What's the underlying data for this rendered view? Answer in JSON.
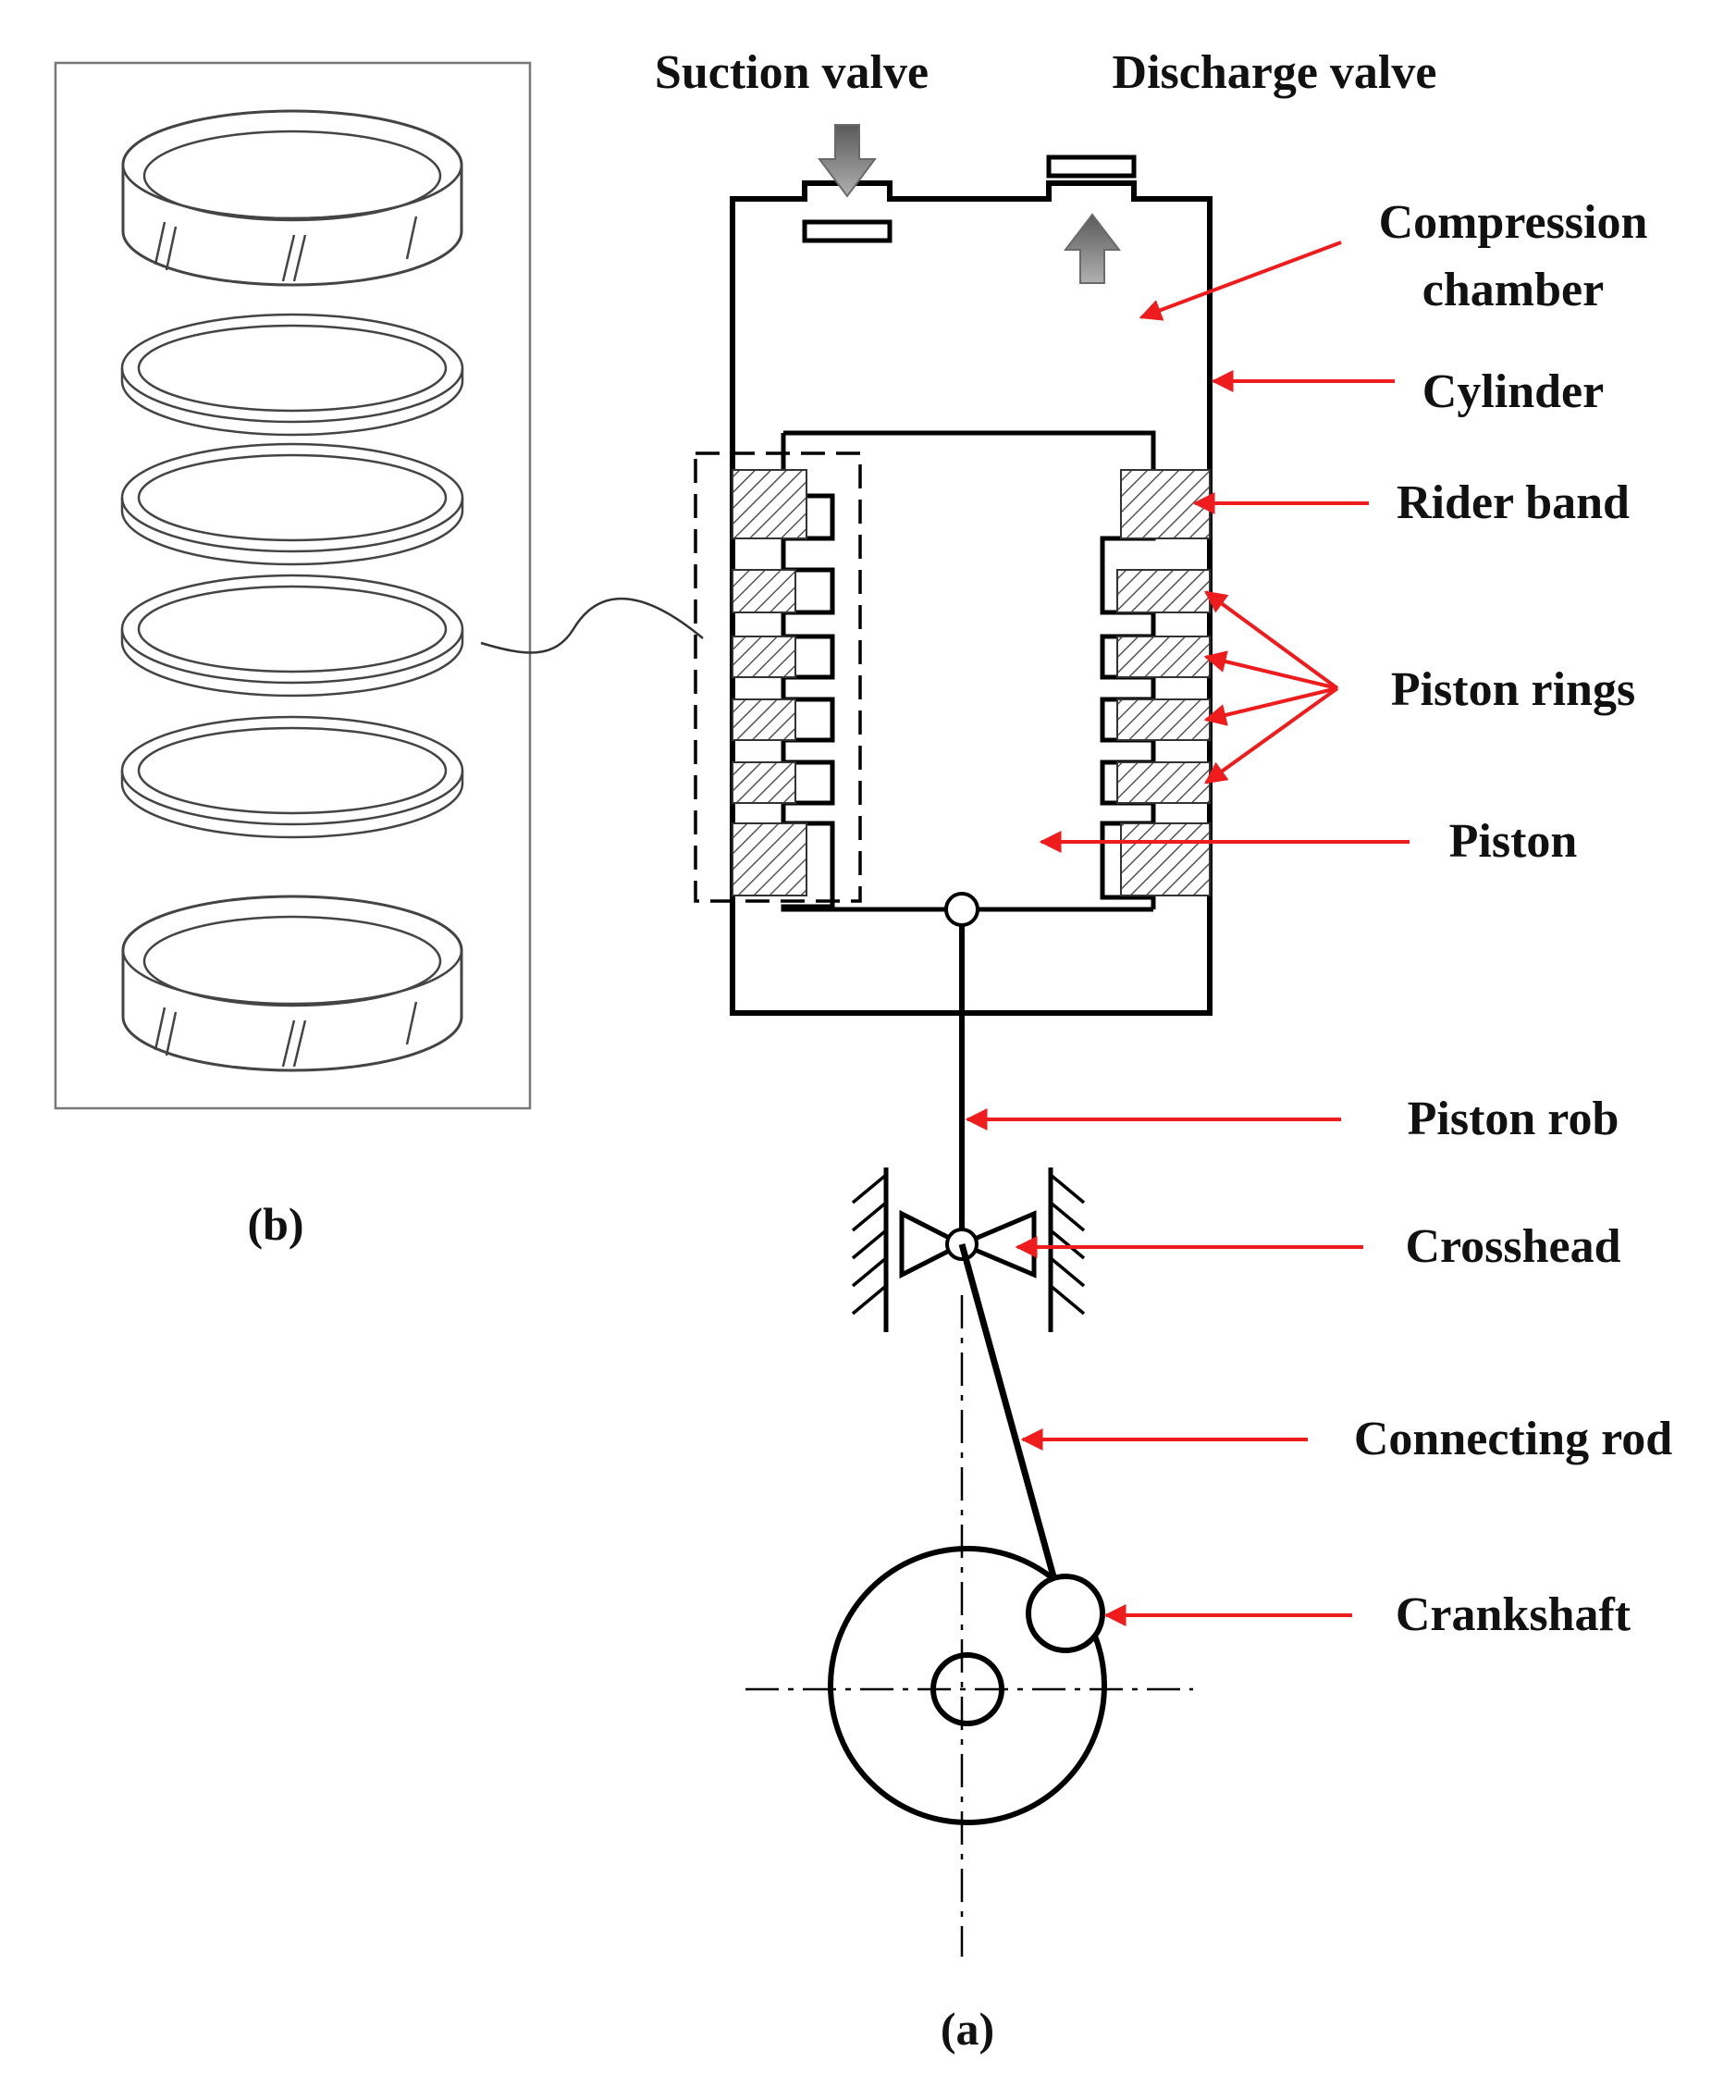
{
  "labels": {
    "suction_valve": "Suction valve",
    "discharge_valve": "Discharge valve",
    "compression_chamber_1": "Compression",
    "compression_chamber_2": "chamber",
    "cylinder": "Cylinder",
    "rider_band": "Rider band",
    "piston_rings": "Piston rings",
    "piston": "Piston",
    "piston_rob": "Piston rob",
    "crosshead": "Crosshead",
    "connecting_rod": "Connecting rod",
    "crankshaft": "Crankshaft"
  },
  "captions": {
    "a": "(a)",
    "b": "(b)"
  },
  "colors": {
    "leader_arrows": "#ee1c1c",
    "outline": "#000000",
    "valve_arrows": "#8c8c8c"
  }
}
